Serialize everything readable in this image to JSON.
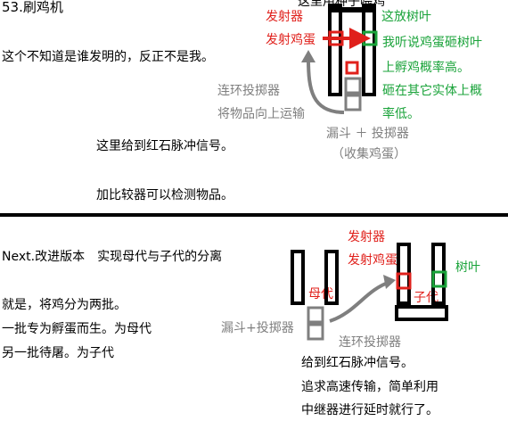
{
  "top": {
    "heading": "53.刷鸡机",
    "line1": "这个不知道是谁发明的，反正不是我。",
    "line2": "这里给到红石脉冲信号。",
    "line3": "加比较器可以检测物品。",
    "diagram_top_label": "这里用种子喂鸡",
    "dispenser_label": "发射器",
    "dispenser_egg_label": "发射鸡蛋",
    "leaf_label": "这放树叶",
    "green_note": [
      "我听说鸡蛋砸树叶",
      "上孵鸡概率高。",
      "砸在其它实体上概",
      "率低。"
    ],
    "chain_label_1": "连环投掷器",
    "chain_label_2": "将物品向上运输",
    "hopper_label": "漏斗 ＋ 投掷器",
    "collect_label": "（收集鸡蛋）"
  },
  "bottom": {
    "heading": "Next.改进版本　实现母代与子代的分离",
    "line1": "就是，将鸡分为两批。",
    "line2": "一批专为孵蛋而生。为母代",
    "line3": "另一批待屠。为子代",
    "dispenser_label": "发射器",
    "dispenser_egg_label": "发射鸡蛋",
    "leaf_label": "树叶",
    "parent_label": "母代",
    "child_label": "子代",
    "hopper_label": "漏斗+投掷器",
    "chain_label": "连环投掷器",
    "note": [
      "给到红石脉冲信号。",
      "追求高速传输，简单利用",
      "中继器进行延时就行了。"
    ]
  },
  "colors": {
    "red": "#e0201b",
    "green": "#1aa33a",
    "gray": "#7f7f7f",
    "divider": "#000000"
  }
}
